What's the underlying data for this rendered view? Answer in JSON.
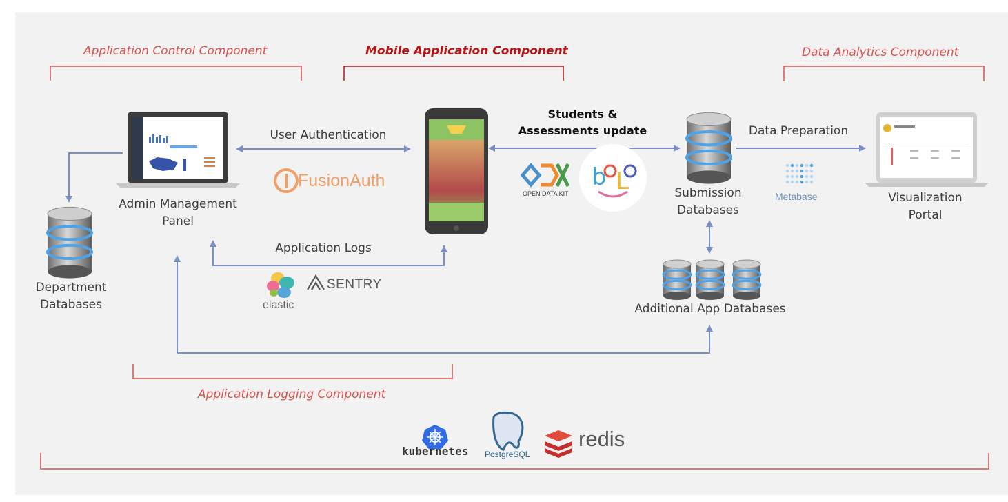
{
  "components": {
    "app_control": "Application Control Component",
    "mobile_app": "Mobile Application Component",
    "data_analytics": "Data Analytics Component",
    "app_logging": "Application Logging Component"
  },
  "nodes": {
    "admin_panel": [
      "Admin Management",
      "Panel"
    ],
    "department_db": [
      "Department",
      "Databases"
    ],
    "submission_db": [
      "Submission",
      "Databases"
    ],
    "visualization": [
      "Visualization",
      "Portal"
    ],
    "additional_db": "Additional App Databases"
  },
  "flows": {
    "user_auth": "User Authentication",
    "app_logs": "Application Logs",
    "students_update": [
      "Students &",
      "Assessments update"
    ],
    "data_prep": "Data Preparation"
  },
  "logos": {
    "fusionauth": "FusionAuth",
    "odk": "OPEN DATA KIT",
    "metabase": "Metabase",
    "elastic": "elastic",
    "sentry": "SENTRY",
    "kubernetes": "kubernetes",
    "postgres": "PostgreSQL",
    "redis": "redis"
  },
  "colors": {
    "bracket": "#d9534f",
    "arrow": "#7b8fc7",
    "background": "#f2f2f2"
  }
}
